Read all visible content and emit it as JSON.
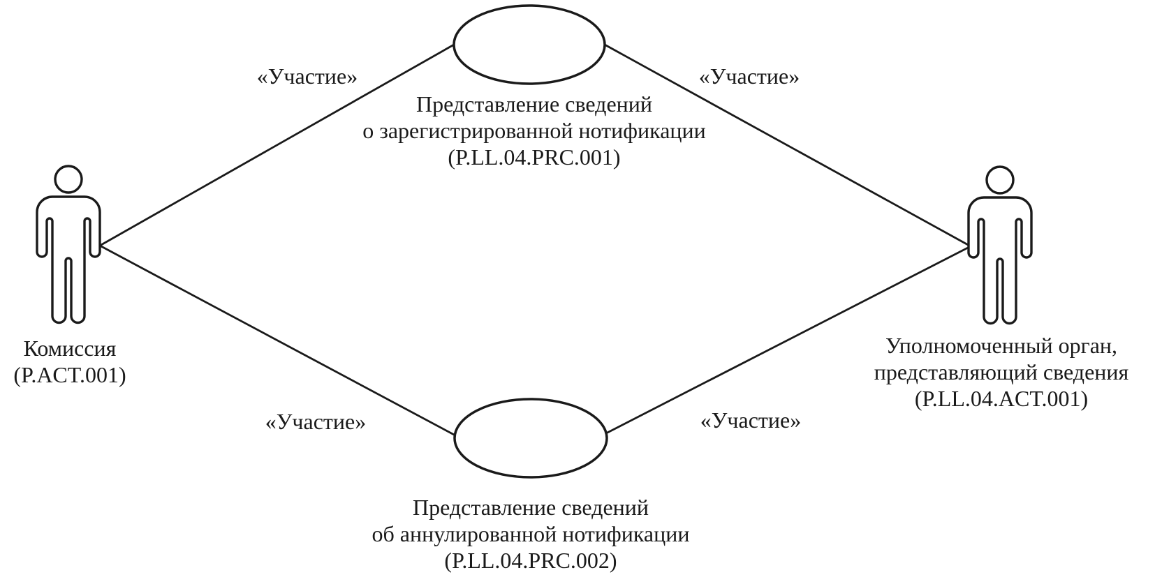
{
  "diagram": {
    "kind": "uml-use-case-diagram",
    "actors": [
      {
        "id": "actor-commission",
        "lines": [
          "Комиссия",
          "(P.ACT.001)"
        ]
      },
      {
        "id": "actor-authorized-body",
        "lines": [
          "Уполномоченный орган,",
          "представляющий сведения",
          "(P.LL.04.ACT.001)"
        ]
      }
    ],
    "use_cases": [
      {
        "id": "usecase-registered-notification",
        "lines": [
          "Представление сведений",
          "о зарегистрированной нотификации",
          "(P.LL.04.PRC.001)"
        ]
      },
      {
        "id": "usecase-cancelled-notification",
        "lines": [
          "Представление сведений",
          "об аннулированной нотификации",
          "(P.LL.04.PRC.002)"
        ]
      }
    ],
    "edges": [
      {
        "from": "actor-commission",
        "to": "usecase-registered-notification",
        "label": "«Участие»"
      },
      {
        "from": "usecase-registered-notification",
        "to": "actor-authorized-body",
        "label": "«Участие»"
      },
      {
        "from": "actor-commission",
        "to": "usecase-cancelled-notification",
        "label": "«Участие»"
      },
      {
        "from": "usecase-cancelled-notification",
        "to": "actor-authorized-body",
        "label": "«Участие»"
      }
    ],
    "colors": {
      "ink": "#1a1a1a",
      "background": "#ffffff"
    }
  }
}
